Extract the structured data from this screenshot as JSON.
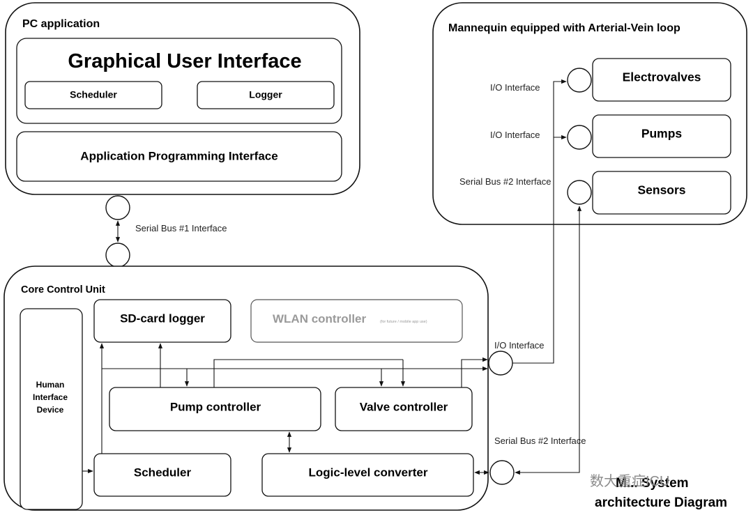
{
  "pc_application": {
    "title": "PC application",
    "gui": {
      "title": "Graphical User Interface",
      "scheduler": "Scheduler",
      "logger": "Logger"
    },
    "api": "Application Programming Interface"
  },
  "serial_bus_1": "Serial Bus #1 Interface",
  "mannequin": {
    "title": "Mannequin equipped with Arterial-Vein loop",
    "electrovalves": "Electrovalves",
    "pumps": "Pumps",
    "sensors": "Sensors",
    "io_interface_1": "I/O Interface",
    "io_interface_2": "I/O Interface",
    "serial_bus_2_interface": "Serial Bus #2 Interface"
  },
  "core_control_unit": {
    "title": "Core Control Unit",
    "sd_card_logger": "SD-card logger",
    "wlan_controller": "WLAN controller",
    "wlan_note": "(for future / mobile app use)",
    "hid_line1": "Human",
    "hid_line2": "Interface",
    "hid_line3": "Device",
    "pump_controller": "Pump controller",
    "valve_controller": "Valve controller",
    "scheduler": "Scheduler",
    "logic_level_converter": "Logic-level converter"
  },
  "io_interface_ccu": "I/O Interface",
  "serial_bus_2_ccu": "Serial Bus #2 Interface",
  "caption": {
    "line1": "M... System",
    "line2": "architecture  Diagram"
  },
  "watermark": "数大重症ICU",
  "colors": {
    "stroke": "#111111",
    "disabled_text": "#9a9a9a"
  }
}
